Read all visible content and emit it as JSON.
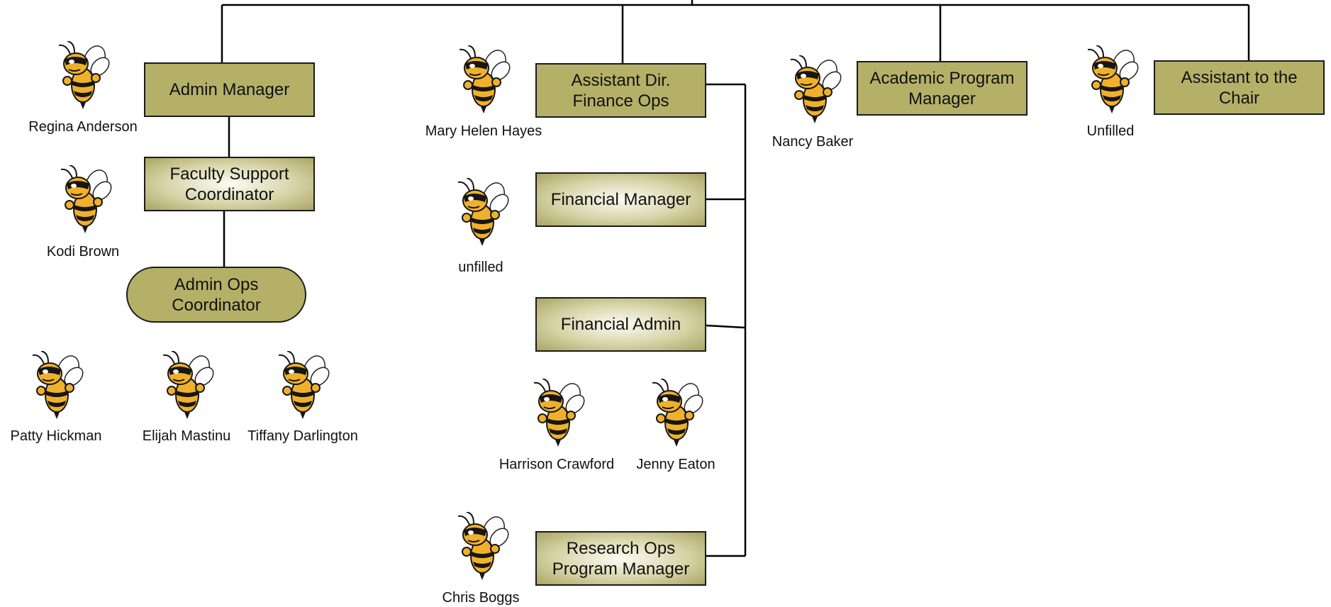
{
  "colors": {
    "box_fill": "#b5b068",
    "box_border": "#1b1b1b",
    "gradient_center": "#fbfbf3",
    "gradient_edge": "#aaa562",
    "line": "#000000",
    "bee_yellow": "#f0b12a",
    "bee_black": "#161616"
  },
  "positions": [
    {
      "key": "admin_manager",
      "label": "Admin Manager",
      "style": "solid"
    },
    {
      "key": "faculty_support",
      "label": "Faculty Support Coordinator",
      "style": "gradient"
    },
    {
      "key": "admin_ops",
      "label": "Admin Ops Coordinator",
      "style": "pill"
    },
    {
      "key": "asst_dir_finance",
      "label": "Assistant Dir. Finance Ops",
      "style": "solid"
    },
    {
      "key": "financial_manager",
      "label": "Financial Manager",
      "style": "gradient"
    },
    {
      "key": "financial_admin",
      "label": "Financial Admin",
      "style": "gradient"
    },
    {
      "key": "research_ops",
      "label": "Research Ops Program Manager",
      "style": "gradient"
    },
    {
      "key": "academic_program",
      "label": "Academic Program Manager",
      "style": "solid"
    },
    {
      "key": "asst_chair",
      "label": "Assistant to the Chair",
      "style": "solid"
    }
  ],
  "people": [
    {
      "key": "regina",
      "name": "Regina Anderson",
      "icon": "yellow-jacket-mascot-icon"
    },
    {
      "key": "kodi",
      "name": "Kodi Brown",
      "icon": "yellow-jacket-mascot-icon"
    },
    {
      "key": "patty",
      "name": "Patty Hickman",
      "icon": "yellow-jacket-mascot-icon"
    },
    {
      "key": "elijah",
      "name": "Elijah Mastinu",
      "icon": "yellow-jacket-mascot-icon"
    },
    {
      "key": "tiffany",
      "name": "Tiffany Darlington",
      "icon": "yellow-jacket-mascot-icon"
    },
    {
      "key": "mary",
      "name": "Mary Helen Hayes",
      "icon": "yellow-jacket-mascot-icon"
    },
    {
      "key": "fm_unfilled",
      "name": "unfilled",
      "icon": "yellow-jacket-mascot-icon"
    },
    {
      "key": "harrison",
      "name": "Harrison Crawford",
      "icon": "yellow-jacket-mascot-icon"
    },
    {
      "key": "jenny",
      "name": "Jenny Eaton",
      "icon": "yellow-jacket-mascot-icon"
    },
    {
      "key": "chris",
      "name": "Chris Boggs",
      "icon": "yellow-jacket-mascot-icon"
    },
    {
      "key": "nancy",
      "name": "Nancy Baker",
      "icon": "yellow-jacket-mascot-icon"
    },
    {
      "key": "chair_unfilled",
      "name": "Unfilled",
      "icon": "yellow-jacket-mascot-icon"
    }
  ],
  "connections": [
    [
      "top_bus",
      "admin_manager"
    ],
    [
      "top_bus",
      "asst_dir_finance"
    ],
    [
      "top_bus",
      "academic_program"
    ],
    [
      "top_bus",
      "asst_chair"
    ],
    [
      "admin_manager",
      "faculty_support"
    ],
    [
      "faculty_support",
      "admin_ops"
    ],
    [
      "asst_dir_finance",
      "financial_manager"
    ],
    [
      "asst_dir_finance",
      "financial_admin"
    ],
    [
      "asst_dir_finance",
      "research_ops"
    ]
  ]
}
